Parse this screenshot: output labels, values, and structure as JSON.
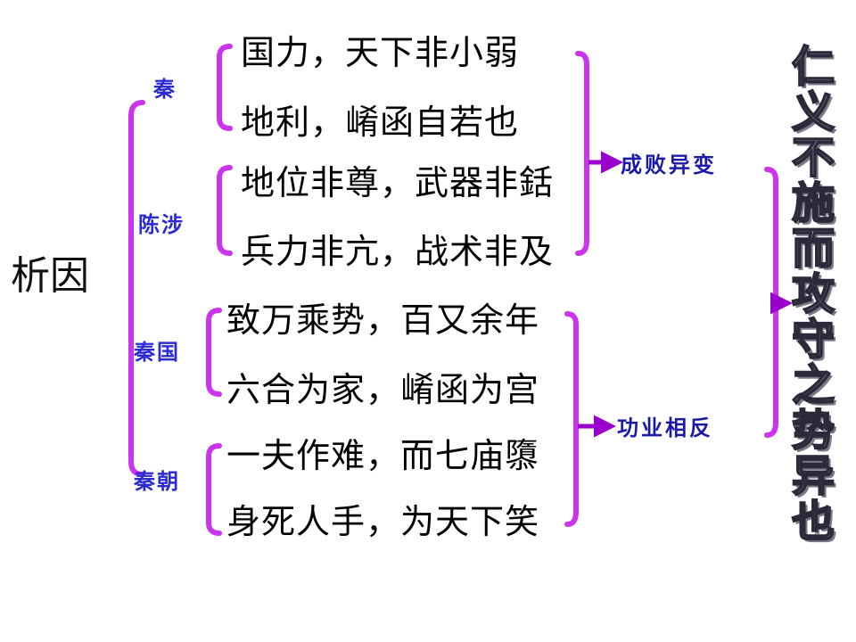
{
  "title": "析因",
  "colors": {
    "bracket": "#cc33ee",
    "arrow": "#9900cc",
    "label": "#2b2bd6",
    "result": "#1a1aa8"
  },
  "groups": [
    {
      "label": "秦",
      "lines": [
        "国力，天下非小弱",
        "地利，崤函自若也"
      ]
    },
    {
      "label": "陈涉",
      "lines": [
        "地位非尊，武器非銛",
        "兵力非亢，战术非及"
      ]
    },
    {
      "label": "秦国",
      "lines": [
        "致万乘势，百又余年",
        "六合为家，崤函为宫"
      ]
    },
    {
      "label": "秦朝",
      "lines": [
        "一夫作难，而七庙隳",
        "身死人手，为天下笑"
      ]
    }
  ],
  "results": [
    "成败异变",
    "功业相反"
  ],
  "conclusion": "仁义不施而攻守之势异也"
}
